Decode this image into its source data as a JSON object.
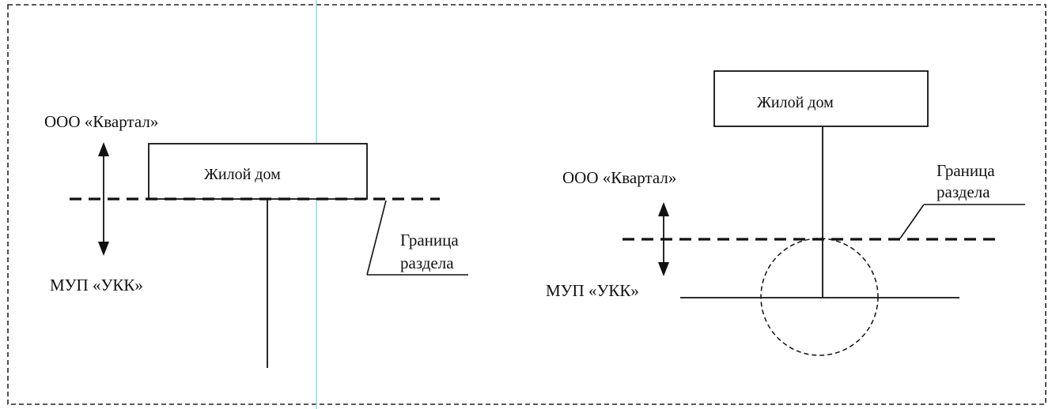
{
  "left_diagram": {
    "upper_party": "ООО «Квартал»",
    "lower_party": "МУП «УКК»",
    "building": "Жилой дом",
    "boundary_line1": "Граница",
    "boundary_line2": "раздела"
  },
  "right_diagram": {
    "upper_party": "ООО «Квартал»",
    "lower_party": "МУП «УКК»",
    "building": "Жилой дом",
    "boundary_line1": "Граница",
    "boundary_line2": "раздела"
  },
  "colors": {
    "ink": "#111111",
    "frame": "#222222",
    "scan_line": "#8fd3e8",
    "background": "#ffffff"
  }
}
